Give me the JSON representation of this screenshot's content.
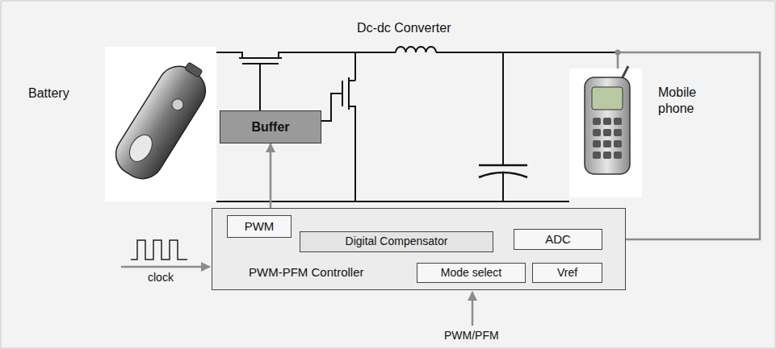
{
  "diagram": {
    "nodes": [
      {
        "text": [
          "Battery"
        ]
      },
      {
        "text": [
          "Buffer"
        ]
      },
      {
        "text": [
          "Mobile phone"
        ]
      },
      {
        "text": [
          "PWM-PFM Controller"
        ]
      },
      {
        "text": [
          "PWM"
        ],
        "in": 3
      },
      {
        "text": [
          "Digital Compensator"
        ],
        "in": 3
      },
      {
        "text": [
          "ADC"
        ],
        "in": 3
      },
      {
        "text": [
          "Mode select"
        ],
        "in": 3
      },
      {
        "text": [
          "Vref"
        ],
        "in": 3
      }
    ],
    "edges": [
      {
        "from": 4,
        "to": 1,
        "arrow": "to"
      },
      {
        "from": 5,
        "to": 4,
        "arrow": "to"
      },
      {
        "from": 6,
        "to": 5,
        "arrow": "to"
      },
      {
        "from": 8,
        "to": 6,
        "arrow": "to"
      },
      {
        "from": 2,
        "to": 6,
        "arrow": "to"
      }
    ],
    "labels": [
      "Dc-dc Converter",
      "clock",
      "PWM/PFM"
    ]
  }
}
